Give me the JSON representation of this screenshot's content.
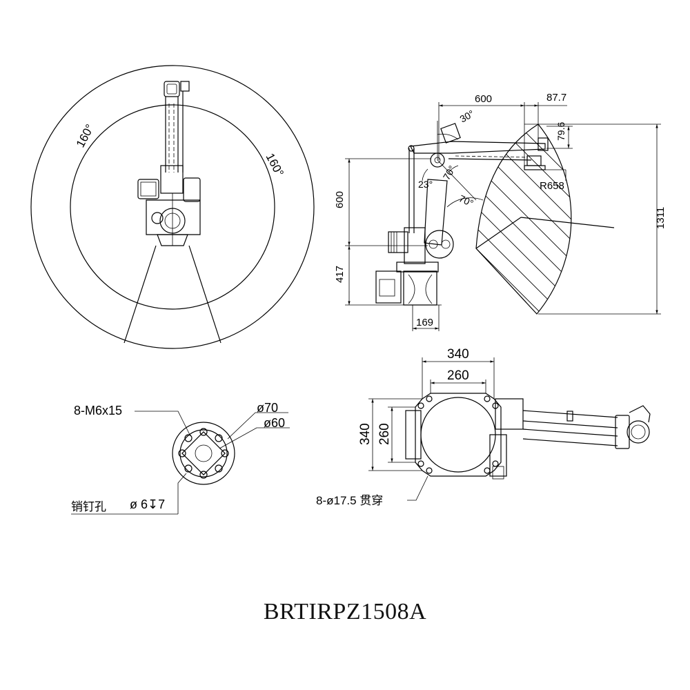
{
  "title": "BRTIRPZ1508A",
  "top_view": {
    "angle_left": "160°",
    "angle_right": "160°"
  },
  "side_view": {
    "dim_600_horizontal": "600",
    "dim_87_7": "87.7",
    "dim_79_6": "79.6",
    "angle_30": "30°",
    "angle_23": "23°",
    "angle_70_a": "70°",
    "angle_70_b": "70°",
    "radius_658": "R658",
    "dim_600_vertical": "600",
    "dim_417": "417",
    "dim_1311": "1311",
    "dim_169": "169"
  },
  "flange": {
    "screws": "8-M6x15",
    "dia_70": "ø70",
    "dia_60": "ø60",
    "pin_label": "销钉孔",
    "pin_spec": "ø 6↧7"
  },
  "base": {
    "dim_340_h": "340",
    "dim_260_h": "260",
    "dim_340_v": "340",
    "dim_260_v": "260",
    "holes": "8-ø17.5 贯穿"
  }
}
